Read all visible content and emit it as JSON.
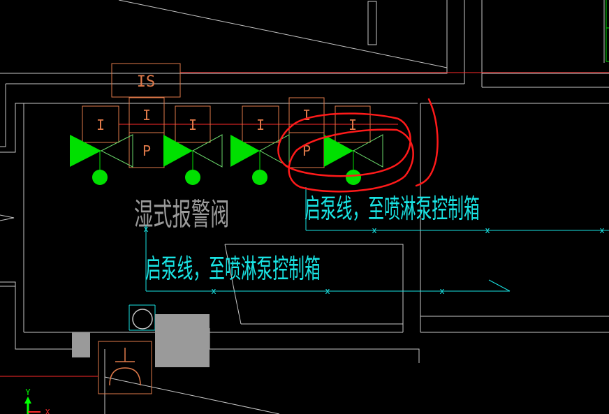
{
  "canvas": {
    "background": "#000000",
    "colors": {
      "wall": "#c8c8c8",
      "pipe_red": "#ff2a2a",
      "box_orange": "#e07a4a",
      "valve_green": "#00e000",
      "valve_outline": "#6ad66a",
      "cyan": "#19e3e3",
      "ucs_green": "#00ff00",
      "markup_red": "#ff1a1a",
      "gray_block": "#9a9a9a"
    }
  },
  "labels": {
    "is_box": "IS",
    "i_box": "I",
    "p_box": "P",
    "alarm_valve": "湿式报警阀",
    "pump_line_1": "启泵线，至喷淋泵控制箱",
    "pump_line_2": "启泵线，至喷淋泵控制箱",
    "x_mark": "x"
  },
  "ucs": {
    "y_label": "Y",
    "x_label": "X"
  },
  "icons": {
    "valve": "butterfly-valve-icon",
    "pressure_gauge": "gauge-dot-icon",
    "device": "pressure-switch-icon",
    "ucs": "ucs-axis-icon"
  }
}
